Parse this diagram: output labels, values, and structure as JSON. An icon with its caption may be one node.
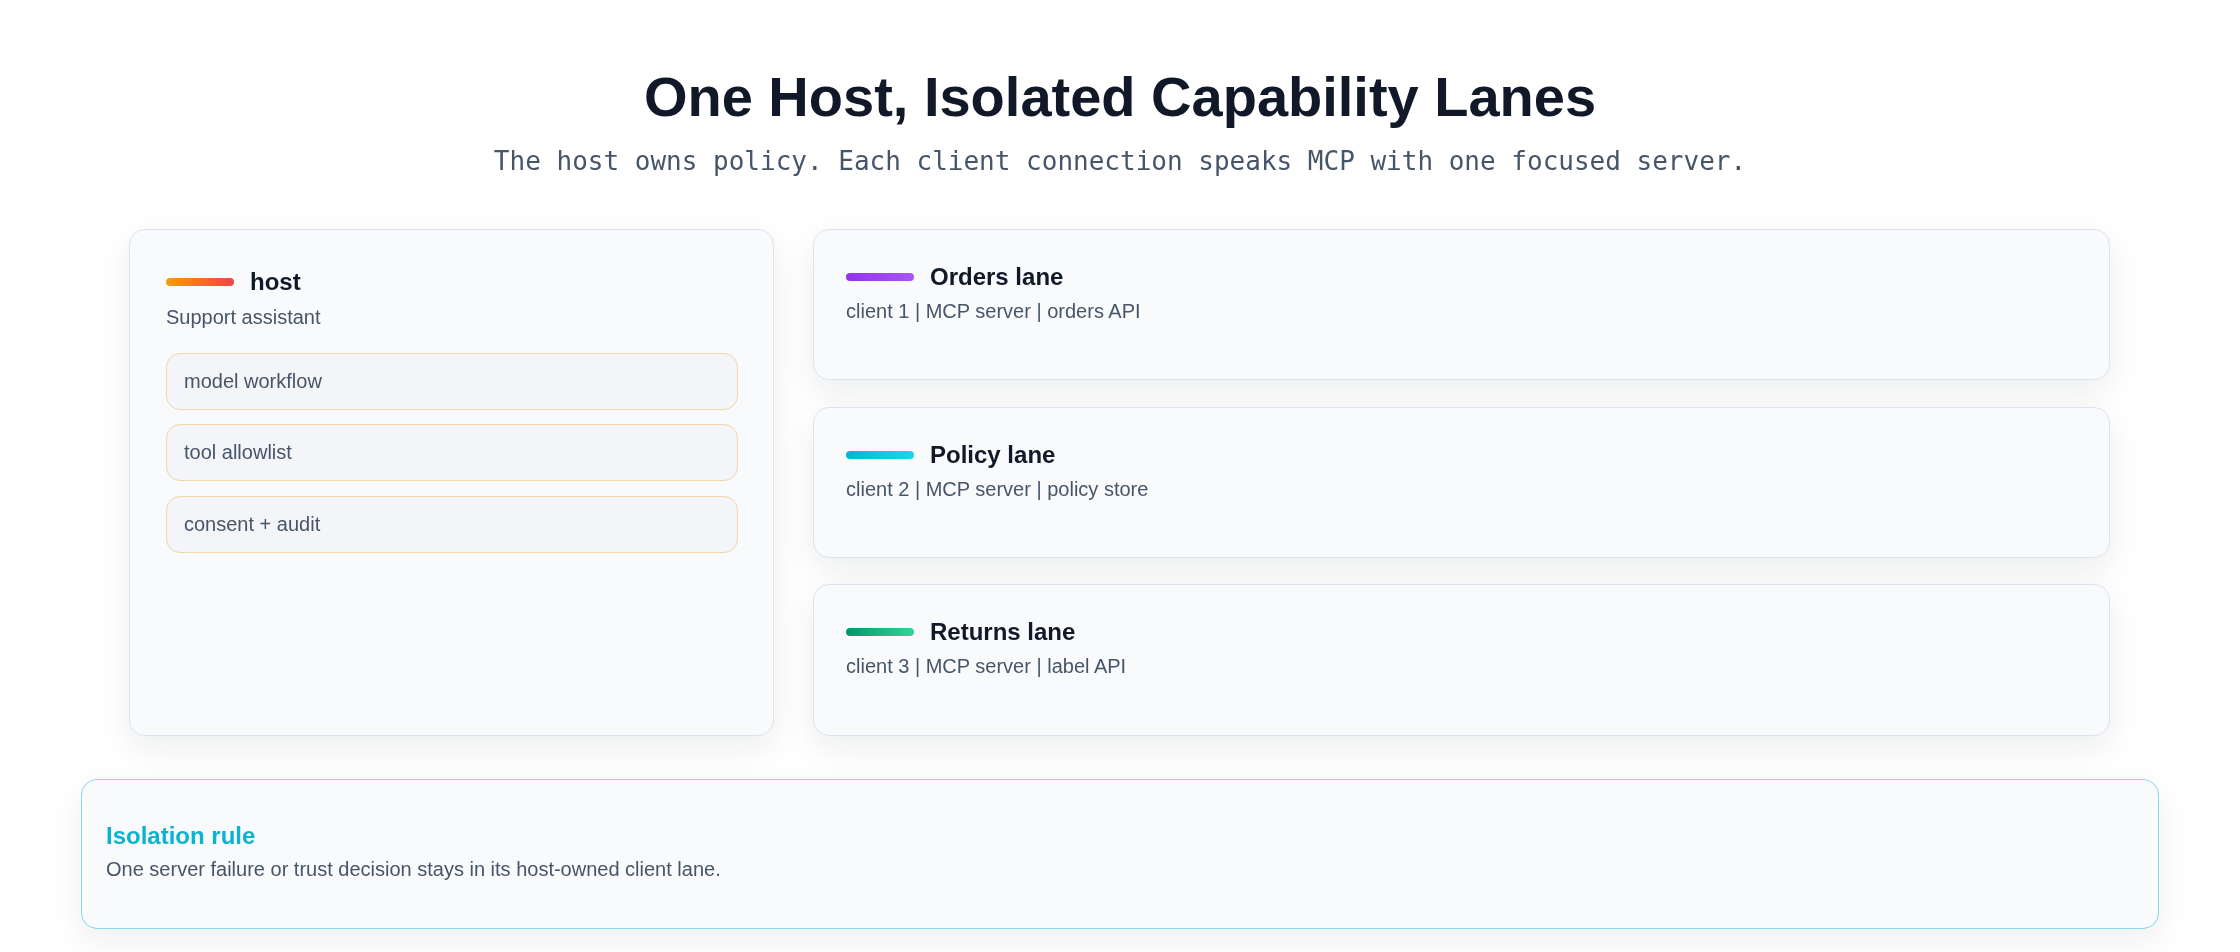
{
  "diagram": {
    "title": "One Host, Isolated Capability Lanes",
    "nodes": [
      {
        "text": [
          "host",
          "Support assistant"
        ]
      },
      {
        "text": [
          "model workflow"
        ],
        "in": 0
      },
      {
        "text": [
          "tool allowlist"
        ],
        "in": 0
      },
      {
        "text": [
          "consent + audit"
        ],
        "in": 0
      },
      {
        "text": [
          "Orders lane",
          "client 1 | MCP server | orders API"
        ]
      },
      {
        "text": [
          "Policy lane",
          "client 2 | MCP server | policy store"
        ]
      },
      {
        "text": [
          "Returns lane",
          "client 3 | MCP server | label API"
        ]
      },
      {
        "text": [
          "Isolation rule",
          "One server failure or trust decision stays in its host-owned client lane."
        ]
      }
    ],
    "labels": [
      "The host owns policy. Each client connection speaks MCP with one focused server."
    ]
  }
}
